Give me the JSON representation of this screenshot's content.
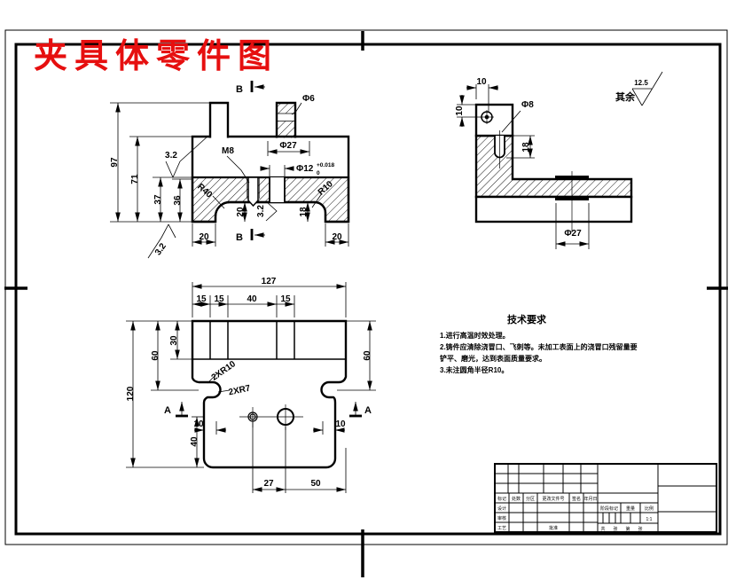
{
  "sheet": {
    "title": "夹具体零件图",
    "title_color": "#e60f0f"
  },
  "front_view": {
    "section_b_top": "B",
    "section_b_bottom": "B",
    "phi6": "Φ6",
    "phi27": "Φ27",
    "phi12": "Φ12",
    "phi12_tol_up": "+0.018",
    "phi12_tol_dn": "0",
    "m8": "M8",
    "r40": "R40",
    "r10": "R10",
    "rough_top": "3.2",
    "rough_bottom": "3.2",
    "rough_bore": "3.2",
    "dim_97": "97",
    "dim_71": "71",
    "dim_37": "37",
    "dim_36": "36",
    "dim_20_groove": "20",
    "dim_18": "18",
    "dim_20_left": "20",
    "dim_20_right": "20"
  },
  "side_view": {
    "dim_10_top": "10",
    "dim_10_left": "10",
    "phi8": "Φ8",
    "dim_18": "18",
    "phi27": "Φ27",
    "rough_rest_label": "其余",
    "rough_rest_value": "12.5"
  },
  "top_view": {
    "dim_127": "127",
    "dim_15_1": "15",
    "dim_15_2": "15",
    "dim_40": "40",
    "dim_15_3": "15",
    "dim_30": "30",
    "dim_60_left": "60",
    "dim_60_right": "60",
    "dim_120": "120",
    "label_2xr10": "2XR10",
    "label_2xr7": "2XR7",
    "section_a_left": "A",
    "section_a_right": "A",
    "dim_10_left": "10",
    "dim_10_right": "10",
    "dim_40_vert": "40",
    "dim_27": "27",
    "dim_50": "50"
  },
  "tech_req": {
    "title": "技术要求",
    "lines": [
      "1.进行高温时效处理。",
      "2.铸件应清除浇冒口、飞刺等。未加工表面上的浇冒口残留量要",
      "铲平、磨光，达到表面质量要求。",
      "3.未注圆角半径R10。"
    ]
  },
  "title_block": {
    "header": [
      "标记",
      "处数",
      "分区",
      "更改文件号",
      "签名",
      "年月日"
    ],
    "row_design": "设计",
    "row_check": "审核",
    "row_process": "工艺",
    "row_approve": "批准",
    "stage": "阶段标记",
    "weight": "重量",
    "scale": "比例",
    "scale_value": "1:1",
    "sheet_total": "共",
    "sheet_zhang1": "张",
    "sheet_no": "第",
    "sheet_zhang2": "张"
  }
}
